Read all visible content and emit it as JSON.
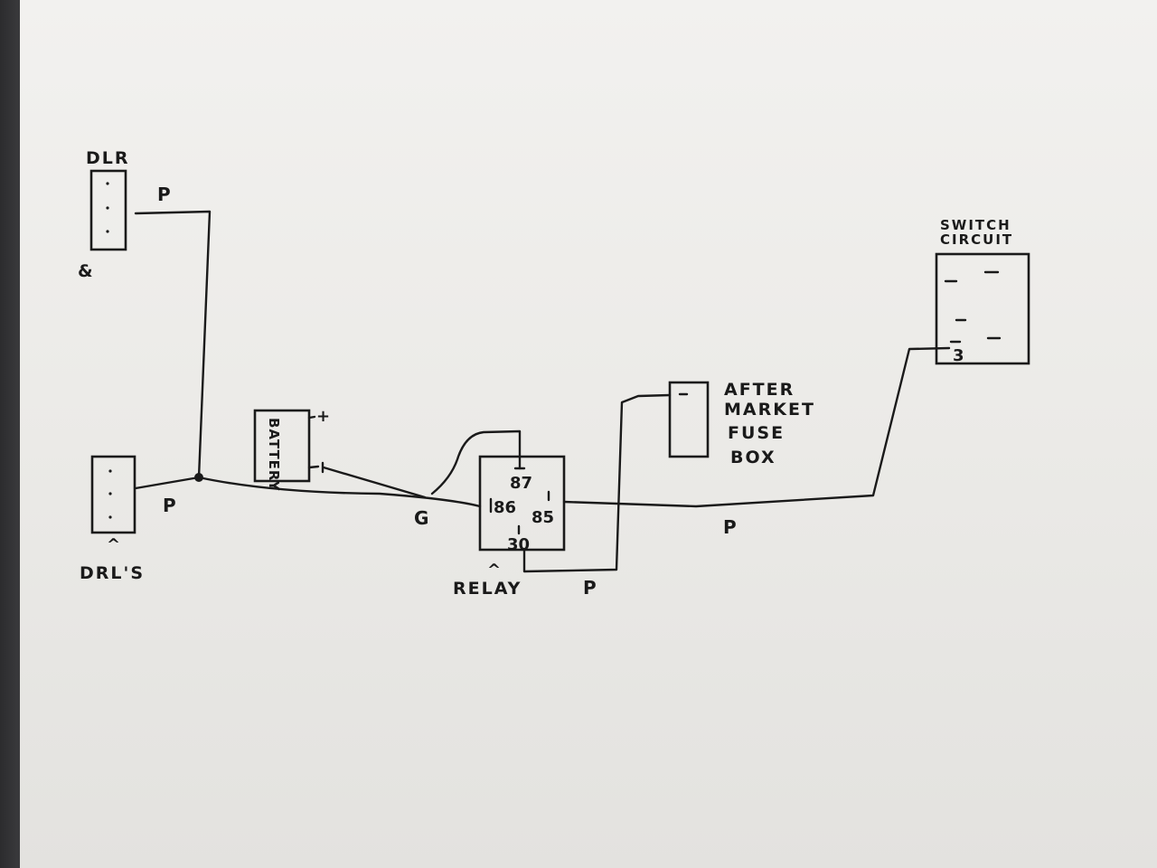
{
  "components": {
    "dlr": {
      "label": "DLR",
      "note": "&"
    },
    "drls": {
      "label": "DRL'S",
      "arrow": "^"
    },
    "battery": {
      "label": "BATTERY",
      "plus": "+",
      "minus": "-"
    },
    "relay": {
      "label": "RELAY",
      "arrow": "^",
      "pin_87": "87",
      "pin_86": "86",
      "pin_85": "85",
      "pin_30": "30"
    },
    "fuse_box": {
      "lines": [
        "AFTER",
        "MARKET",
        "FUSE",
        "BOX"
      ]
    },
    "switch": {
      "lines": [
        "SWITCH",
        "CIRCUIT"
      ],
      "pin": "3"
    }
  },
  "wire_labels": {
    "dlr_wire": "P",
    "drl_wire": "P",
    "ground_wire": "G",
    "relay_30_wire": "P",
    "relay_85_wire": "P"
  }
}
